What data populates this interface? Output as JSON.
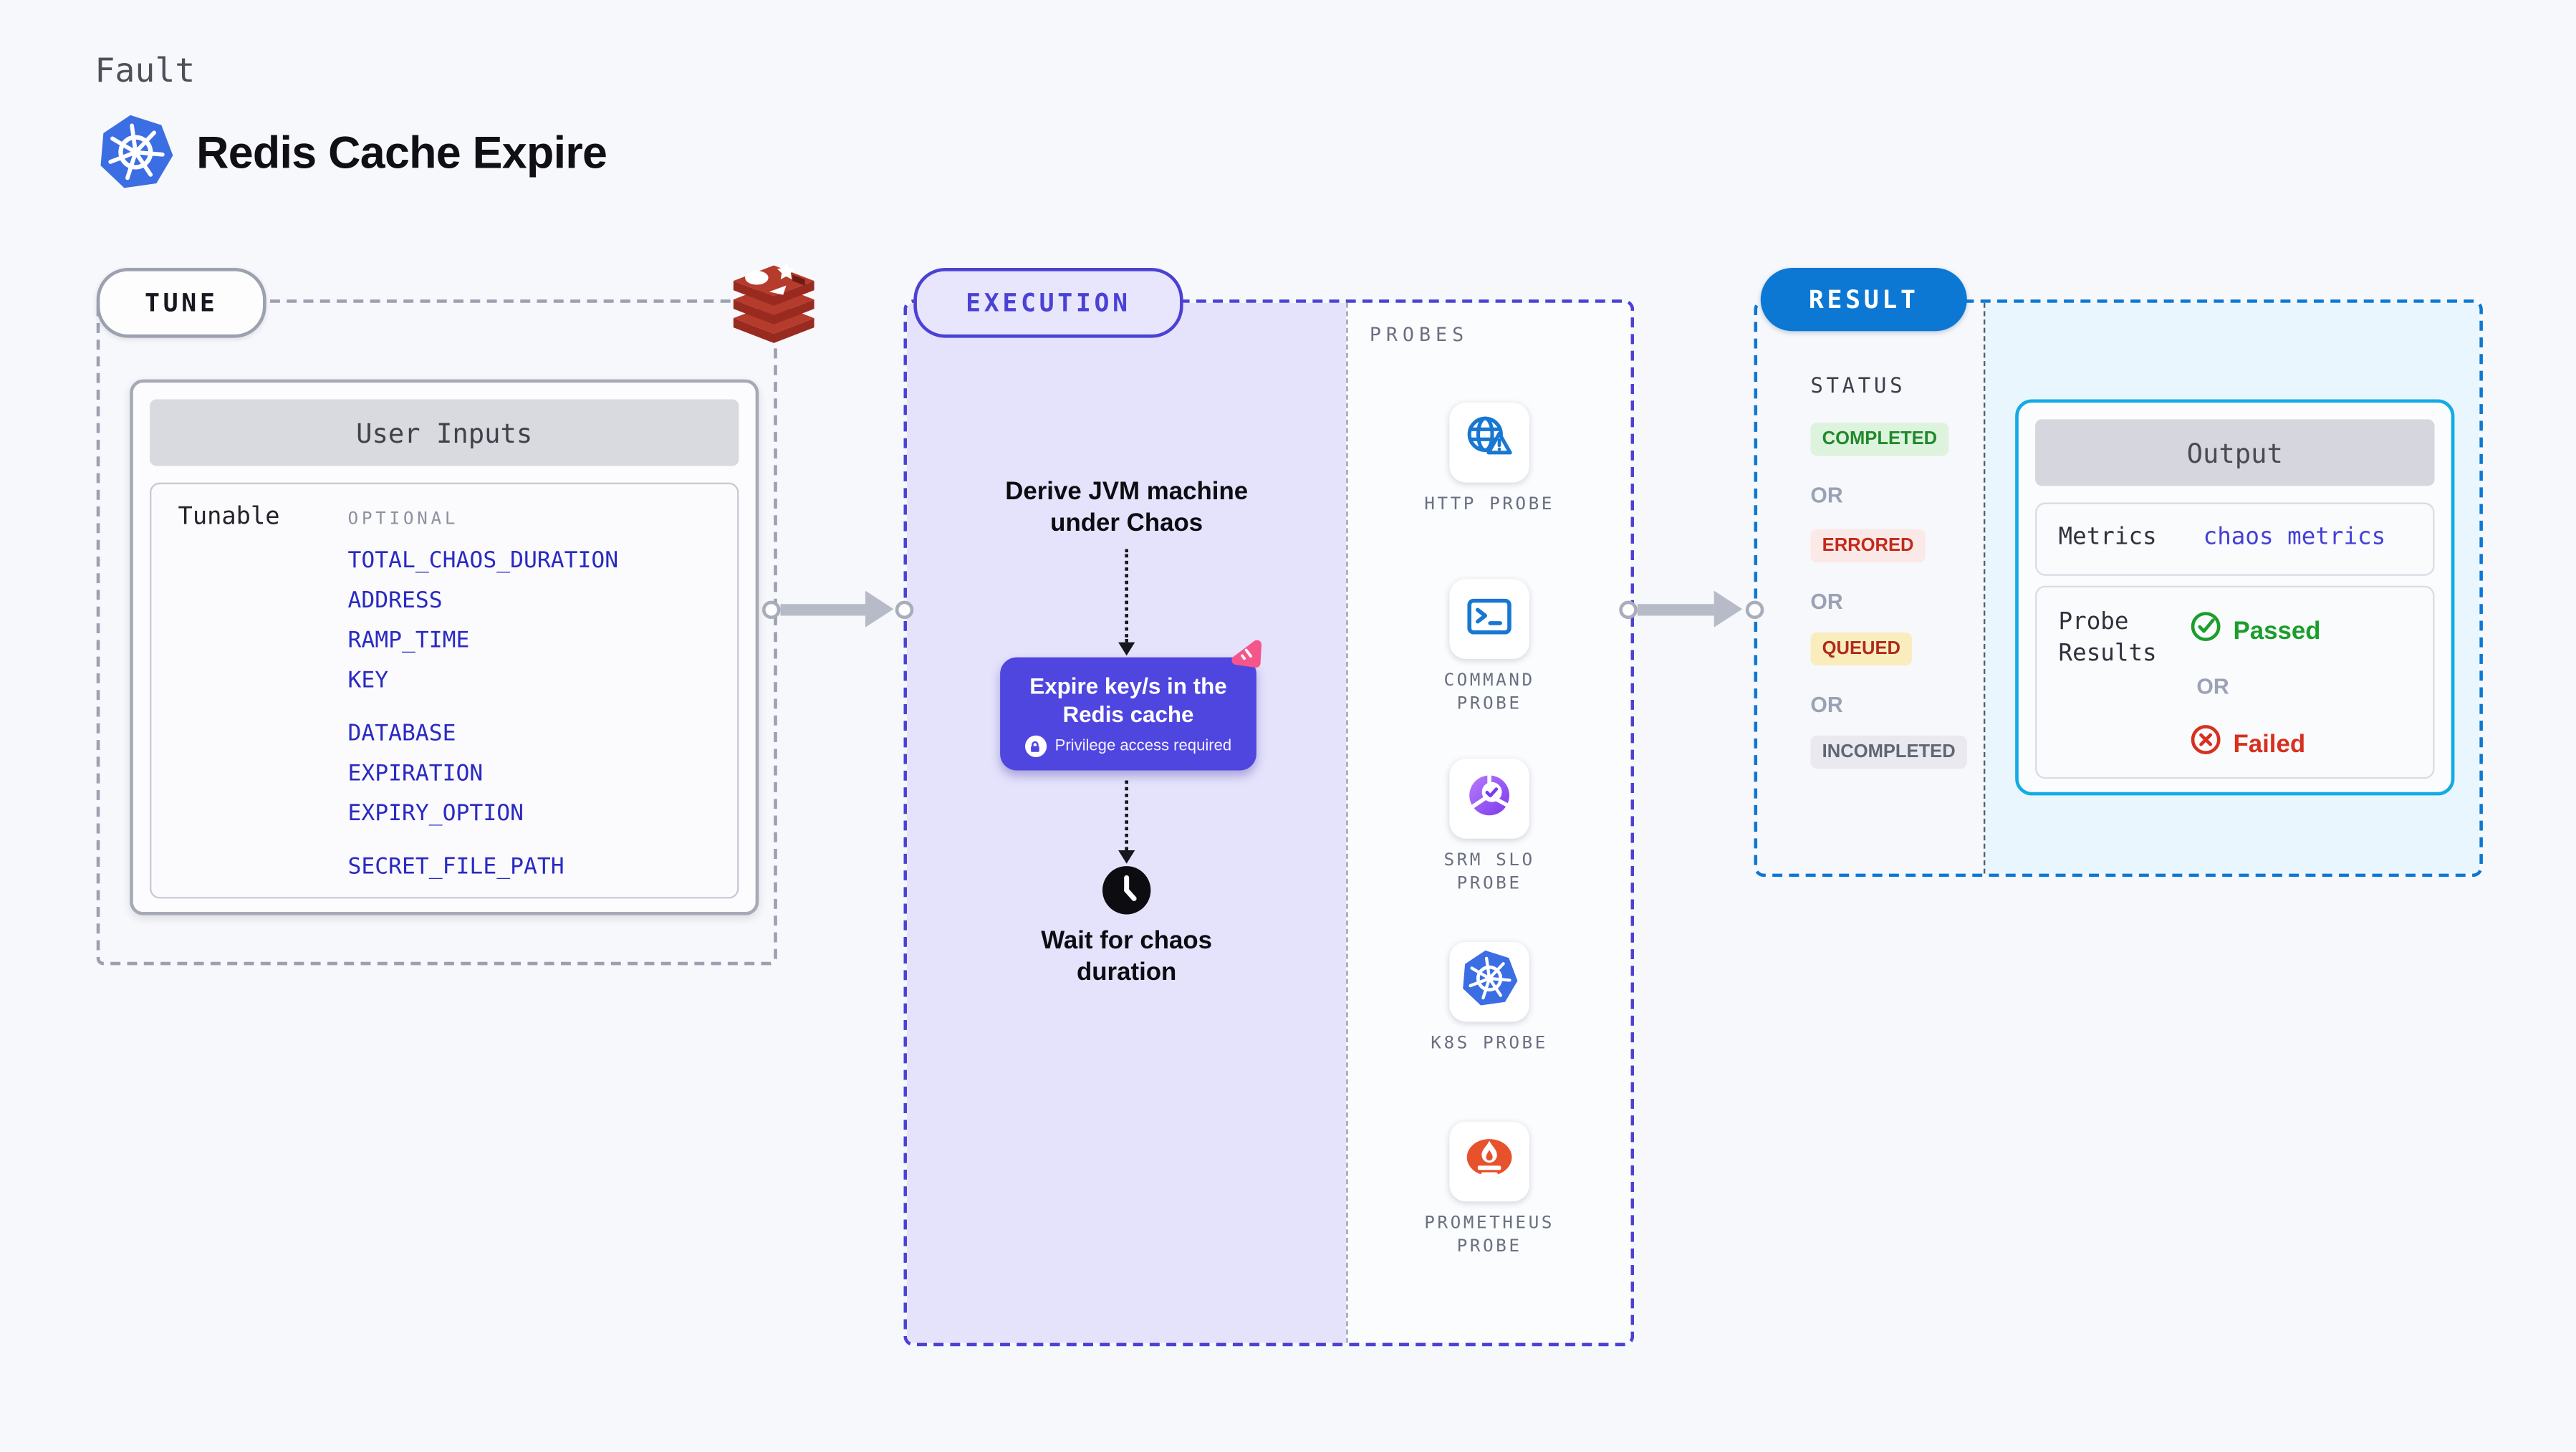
{
  "header": {
    "kicker": "Fault",
    "title": "Redis Cache Expire",
    "title_icon": "kubernetes-icon"
  },
  "tune": {
    "badge_label": "TUNE",
    "service_icon": "redis-icon",
    "user_inputs": {
      "title": "User Inputs",
      "row_label": "Tunable",
      "column_header": "OPTIONAL",
      "groups": [
        {
          "params": [
            "TOTAL_CHAOS_DURATION",
            "ADDRESS",
            "RAMP_TIME",
            "KEY"
          ]
        },
        {
          "params": [
            "DATABASE",
            "EXPIRATION",
            "EXPIRY_OPTION"
          ]
        },
        {
          "params": [
            "SECRET_FILE_PATH"
          ]
        }
      ]
    }
  },
  "execution": {
    "badge_label": "EXECUTION",
    "derive_step": {
      "line1": "Derive JVM machine",
      "line2": "under Chaos"
    },
    "chaos_step": {
      "line1": "Expire key/s in the",
      "line2": "Redis cache",
      "note": "Privilege access required",
      "corner_icon": "chaos-icon",
      "note_icon": "lock-icon"
    },
    "wait_step": {
      "line1": "Wait for chaos",
      "line2": "duration",
      "icon": "clock-icon"
    },
    "probes": {
      "label": "PROBES",
      "items": [
        {
          "label": "HTTP PROBE",
          "icon": "http-probe-icon"
        },
        {
          "label": "COMMAND PROBE",
          "icon": "command-probe-icon"
        },
        {
          "label": "SRM SLO PROBE",
          "icon": "srm-slo-probe-icon"
        },
        {
          "label": "K8S PROBE",
          "icon": "k8s-probe-icon"
        },
        {
          "label": "PROMETHEUS PROBE",
          "icon": "prometheus-probe-icon"
        }
      ]
    }
  },
  "result": {
    "badge_label": "RESULT",
    "status": {
      "label": "STATUS",
      "sequence": [
        {
          "text": "COMPLETED",
          "kind": "completed"
        },
        {
          "text": "OR",
          "kind": "or"
        },
        {
          "text": "ERRORED",
          "kind": "errored"
        },
        {
          "text": "OR",
          "kind": "or"
        },
        {
          "text": "QUEUED",
          "kind": "queued"
        },
        {
          "text": "OR",
          "kind": "or"
        },
        {
          "text": "INCOMPLETED",
          "kind": "incompleted"
        }
      ]
    },
    "output": {
      "title": "Output",
      "metrics_label": "Metrics",
      "metrics_value": "chaos metrics",
      "probe_results_line1": "Probe",
      "probe_results_line2": "Results",
      "passed_label": "Passed",
      "or_label": "OR",
      "failed_label": "Failed",
      "passed_icon": "check-circle-icon",
      "failed_icon": "x-circle-icon"
    }
  },
  "colors": {
    "page_bg": "#f7f8fb",
    "accent_indigo": "#4b42d4",
    "execution_fill": "#e5e3fb",
    "chaos_box": "#4f46e0",
    "accent_blue": "#0d78d4",
    "result_fill": "#e9f6fd",
    "output_border": "#14abe4",
    "param_link_blue": "#2a2ac2",
    "status_completed": "#208a2b",
    "status_errored": "#c42a1c",
    "passed_green": "#1b9e2d",
    "failed_red": "#d7301f",
    "k8s_blue": "#3b6de3",
    "redis_red": "#b53b2c",
    "prometheus_orange": "#e6522c",
    "probe_icon_blue": "#1877d2",
    "chaos_pink": "#f4568c"
  }
}
